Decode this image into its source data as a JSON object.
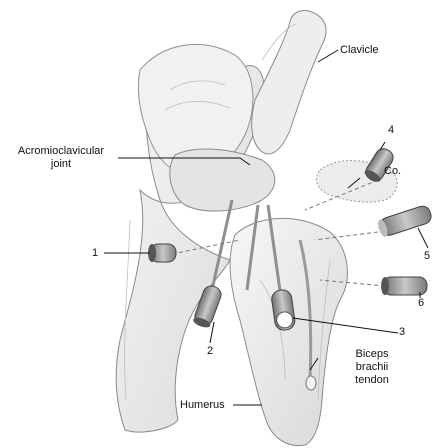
{
  "labels": {
    "clavicle": "Clavicle",
    "acromioclavicular_joint": "Acromioclavicular\njoint",
    "coracoid": "Co.",
    "biceps_tendon": "Biceps\nbrachii\ntendon",
    "humerus": "Humerus"
  },
  "portals": [
    "1",
    "2",
    "3",
    "4",
    "5",
    "6"
  ],
  "icons": {
    "figure": "shoulder-arthroscopy-portals-illustration",
    "portal": "arthroscopic-cannula-icon"
  },
  "colors": {
    "ink": "#111111",
    "bone_fill": "#ededed",
    "shadow": "#b8b8b8",
    "cannula": "#9a9a9a"
  }
}
